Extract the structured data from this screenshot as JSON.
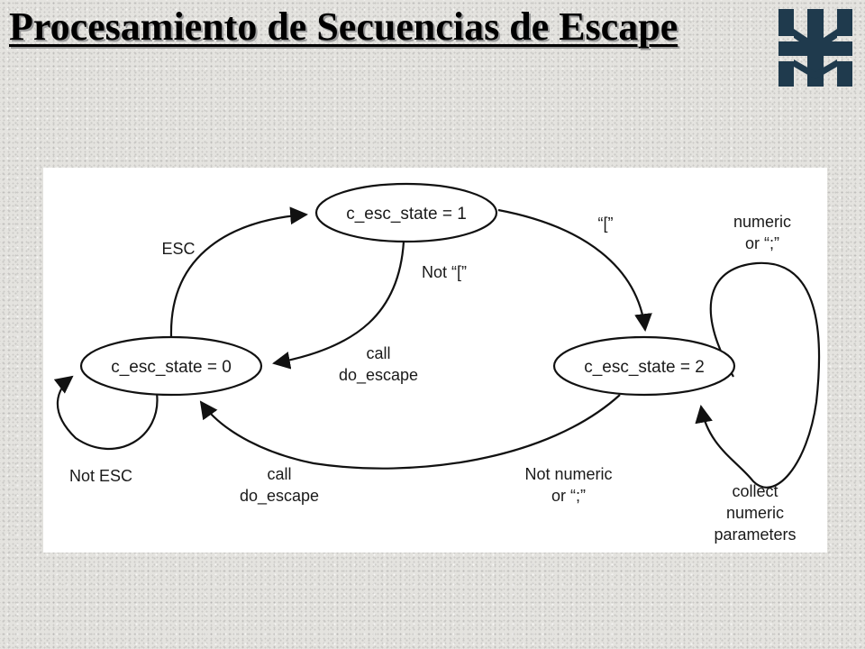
{
  "slide": {
    "title": "Procesamiento de Secuencias de Escape"
  },
  "logo": {
    "icon": "utn-logo-icon",
    "color": "#1f3a4d"
  },
  "diagram": {
    "states": [
      {
        "id": "state0",
        "label": "c_esc_state = 0"
      },
      {
        "id": "state1",
        "label": "c_esc_state = 1"
      },
      {
        "id": "state2",
        "label": "c_esc_state = 2"
      }
    ],
    "transitions": [
      {
        "id": "t_esc",
        "from": "state0",
        "to": "state1",
        "lines": [
          "ESC"
        ]
      },
      {
        "id": "t_not_esc",
        "from": "state0",
        "to": "state0",
        "lines": [
          "Not ESC"
        ]
      },
      {
        "id": "t_not_bracket",
        "from": "state1",
        "to": "state0",
        "lines": [
          "Not “[”",
          "call",
          "do_escape"
        ]
      },
      {
        "id": "t_bracket",
        "from": "state1",
        "to": "state2",
        "lines": [
          "“[”"
        ]
      },
      {
        "id": "t_numeric_loop",
        "from": "state2",
        "to": "state2",
        "lines": [
          "numeric",
          "or “;”",
          "collect",
          "numeric",
          "parameters"
        ]
      },
      {
        "id": "t_not_numeric",
        "from": "state2",
        "to": "state0",
        "lines": [
          "Not numeric",
          "or “;”",
          "call",
          "do_escape"
        ]
      }
    ]
  }
}
